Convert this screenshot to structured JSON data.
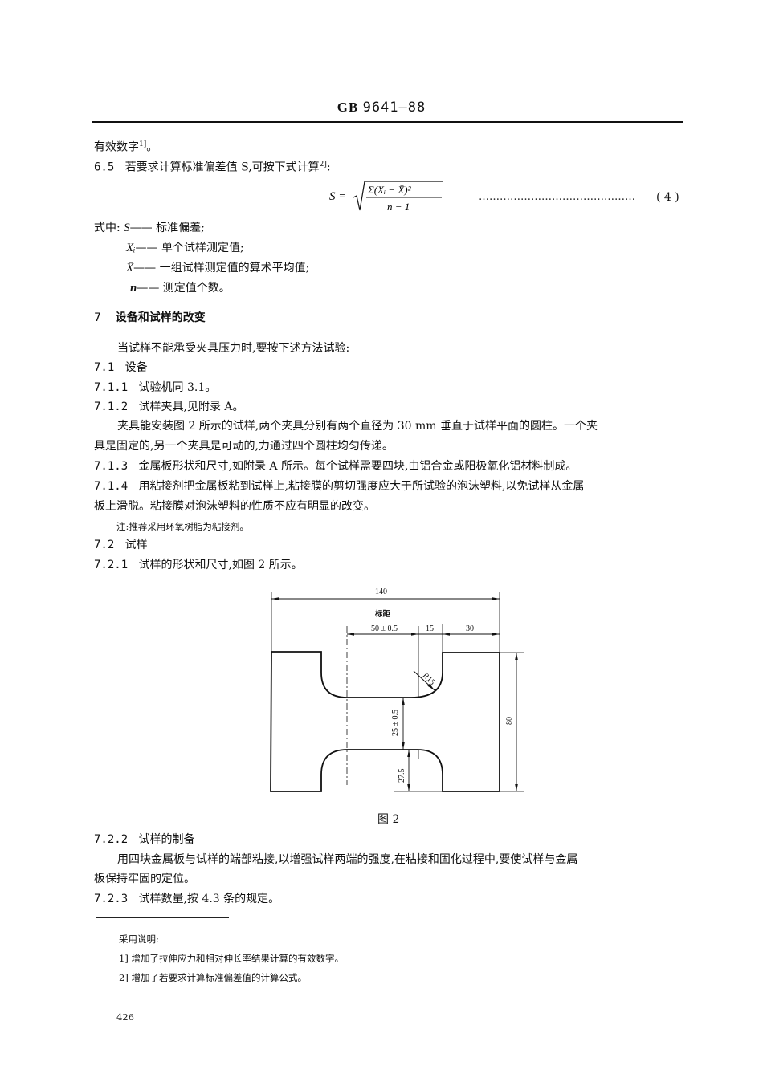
{
  "header": {
    "prefix": "GB",
    "number": "9641—88"
  },
  "body": {
    "continued_line": "有效数字",
    "continued_line_sup": "1]",
    "continued_line_end": "。",
    "s6_5": {
      "num": "6.5",
      "text": "若要求计算标准偏差值 S,可按下式计算",
      "sup": "2]",
      "end": ":"
    },
    "formula": {
      "lhs": "S =",
      "numerator": "Σ(Xᵢ − X̄)²",
      "denominator": "n − 1",
      "leader": "………………………………………",
      "eq_number": "( 4 )"
    },
    "where": {
      "intro": "式中:",
      "items": [
        {
          "symbol": "S",
          "desc": "—— 标准偏差;"
        },
        {
          "symbol": "Xᵢ",
          "desc": "—— 单个试样测定值;"
        },
        {
          "symbol": "X̄",
          "desc": "—— 一组试样测定值的算术平均值;"
        },
        {
          "symbol": "n",
          "desc": "—— 测定值个数。"
        }
      ]
    },
    "s7": {
      "num": "7",
      "title": "设备和试样的改变"
    },
    "s7_intro": "当试样不能承受夹具压力时,要按下述方法试验:",
    "s7_1": {
      "num": "7.1",
      "title": "设备"
    },
    "s7_1_1": {
      "num": "7.1.1",
      "text": "试验机同 3.1。"
    },
    "s7_1_2": {
      "num": "7.1.2",
      "text": "试样夹具,见附录 A。"
    },
    "s7_1_2_para_line1": "夹具能安装图 2 所示的试样,两个夹具分别有两个直径为 30 mm 垂直于试样平面的圆柱。一个夹",
    "s7_1_2_para_line2": "具是固定的,另一个夹具是可动的,力通过四个圆柱均匀传递。",
    "s7_1_3": {
      "num": "7.1.3",
      "text": "金属板形状和尺寸,如附录 A 所示。每个试样需要四块,由铝合金或阳极氧化铝材料制成。"
    },
    "s7_1_4": {
      "num": "7.1.4",
      "text_line1": "用粘接剂把金属板粘到试样上,粘接膜的剪切强度应大于所试验的泡沫塑料,以免试样从金属",
      "text_line2": "板上滑脱。粘接膜对泡沫塑料的性质不应有明显的改变。"
    },
    "note": "注:推荐采用环氧树脂为粘接剂。",
    "s7_2": {
      "num": "7.2",
      "title": "试样"
    },
    "s7_2_1": {
      "num": "7.2.1",
      "text": "试样的形状和尺寸,如图 2 所示。"
    },
    "figure": {
      "caption": "图 2",
      "dims": {
        "overall_length": "140",
        "gauge_label": "标距",
        "gauge_length": "50 ± 0.5",
        "fillet_offset": "15",
        "end_length": "30",
        "radius": "R15",
        "neck_width": "25 ± 0.5",
        "shoulder_height": "27.5",
        "overall_width": "80"
      }
    },
    "s7_2_2": {
      "num": "7.2.2",
      "title": "试样的制备"
    },
    "s7_2_2_para_line1": "用四块金属板与试样的端部粘接,以增强试样两端的强度,在粘接和固化过程中,要使试样与金属",
    "s7_2_2_para_line2": "板保持牢固的定位。",
    "s7_2_3": {
      "num": "7.2.3",
      "text": "试样数量,按 4.3 条的规定。"
    }
  },
  "footnotes": {
    "title": "采用说明:",
    "items": [
      "1] 增加了拉伸应力和相对伸长率结果计算的有效数字。",
      "2] 增加了若要求计算标准偏差值的计算公式。"
    ]
  },
  "page_number": "426"
}
